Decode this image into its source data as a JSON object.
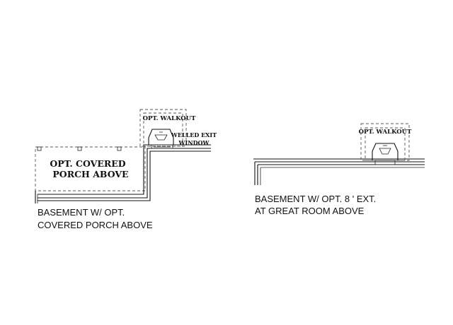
{
  "left_plan": {
    "porch_label_line1": "OPT. COVERED",
    "porch_label_line2": "PORCH ABOVE",
    "walkout_label": "OPT. WALKOUT",
    "welled_label_line1": "WELLED EXIT",
    "welled_label_line2": "WINDOW",
    "caption_line1": "BASEMENT  W/ OPT.",
    "caption_line2": "COVERED PORCH ABOVE"
  },
  "right_plan": {
    "walkout_label": "OPT. WALKOUT",
    "caption_line1": "BASEMENT  W/ OPT.  8 ' EXT.",
    "caption_line2": "AT GREAT ROOM  ABOVE"
  }
}
